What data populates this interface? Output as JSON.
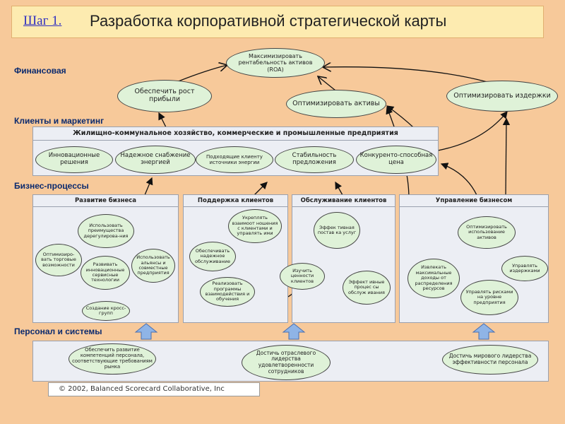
{
  "title": {
    "step": "Шаг 1.",
    "main": "Разработка корпоративной стратегической карты"
  },
  "sections": {
    "financial": "Финансовая",
    "customers": "Клиенты и маркетинг",
    "processes": "Бизнес-процессы",
    "people": "Персонал и системы"
  },
  "financial": {
    "roa": "Максимизировать рентабельность активов (ROA)",
    "growth": "Обеспечить рост прибыли",
    "assets": "Оптимизировать активы",
    "costs": "Оптимизировать издержки"
  },
  "customers": {
    "header": "Жилищно-коммунальное хозяйство, коммерческие и промышленные предприятия",
    "items": [
      "Инновационные решения",
      "Надежное снабжение энергией",
      "Подходящие клиенту источники энергии",
      "Стабильность предложения",
      "Конкуренто-способная цена"
    ]
  },
  "processes": {
    "dev": {
      "header": "Развитие бизнеса",
      "items": [
        "Использовать преимущества дерегулирова-ния",
        "Оптимизиро-вать торговые возможности",
        "Развивать инновационные сервисные технологии",
        "Использовать альянсы и совместные предприятия",
        "Создание кросс-групп"
      ]
    },
    "support": {
      "header": "Поддержка клиентов",
      "items": [
        "Обеспечивать надежное обслуживание",
        "Укреплять взаимоот ношения с клиентами и управлять ими",
        "Реализовать программы взаимодействия и обучения"
      ]
    },
    "service": {
      "header": "Обслуживание клиентов",
      "items": [
        "Эффек тивная постав ка услуг",
        "Изучить ценности клиентов",
        "Эффект ивные процес сы обслуж ивания"
      ]
    },
    "mgmt": {
      "header": "Управление бизнесом",
      "items": [
        "Оптимизировать использование активов",
        "Извлекать максимальные доходы от распределения ресурсов",
        "Управлять издержками",
        "Управлять рисками на уровне предприятия"
      ]
    }
  },
  "people": {
    "items": [
      "Обеспечить развитие компетенций персонала, соответствующие требованиям рынка",
      "Достичь отраслевого лидерства удовлетворенности сотрудников",
      "Достичь мирового лидерства эффективности персонала"
    ]
  },
  "copyright": "© 2002, Balanced Scorecard Collaborative, Inc"
}
